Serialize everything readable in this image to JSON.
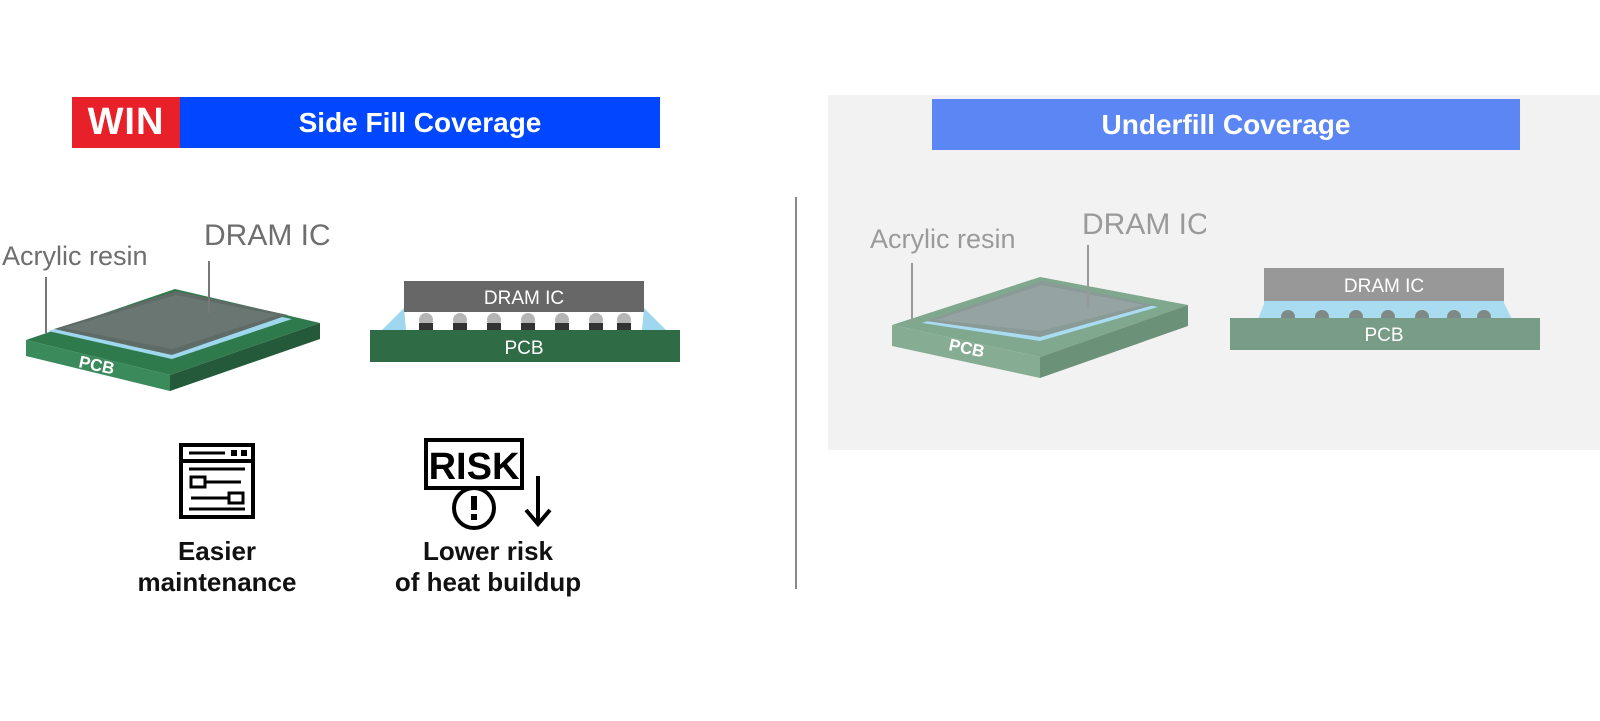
{
  "left": {
    "badge": "WIN",
    "title": "Side Fill Coverage",
    "labels": {
      "resin": "Acrylic resin",
      "chip": "DRAM IC",
      "pcb": "PCB"
    },
    "cross_section": {
      "chip": "DRAM IC",
      "pcb": "PCB"
    }
  },
  "right": {
    "title": "Underfill Coverage",
    "labels": {
      "resin": "Acrylic resin",
      "chip": "DRAM IC",
      "pcb": "PCB"
    },
    "cross_section": {
      "chip": "DRAM IC",
      "pcb": "PCB"
    }
  },
  "benefits": [
    {
      "line1": "Easier",
      "line2": "maintenance",
      "icon": "maintenance-panel-icon"
    },
    {
      "line1": "Lower risk",
      "line2": "of heat buildup",
      "icon": "risk-down-icon",
      "icon_text": "RISK"
    }
  ],
  "colors": {
    "win_red": "#e8202a",
    "side_fill_blue": "#0047ff",
    "underfill_blue": "#5b86f4",
    "pcb_green": "#2f6b45",
    "resin_blue": "#a8dcef"
  }
}
